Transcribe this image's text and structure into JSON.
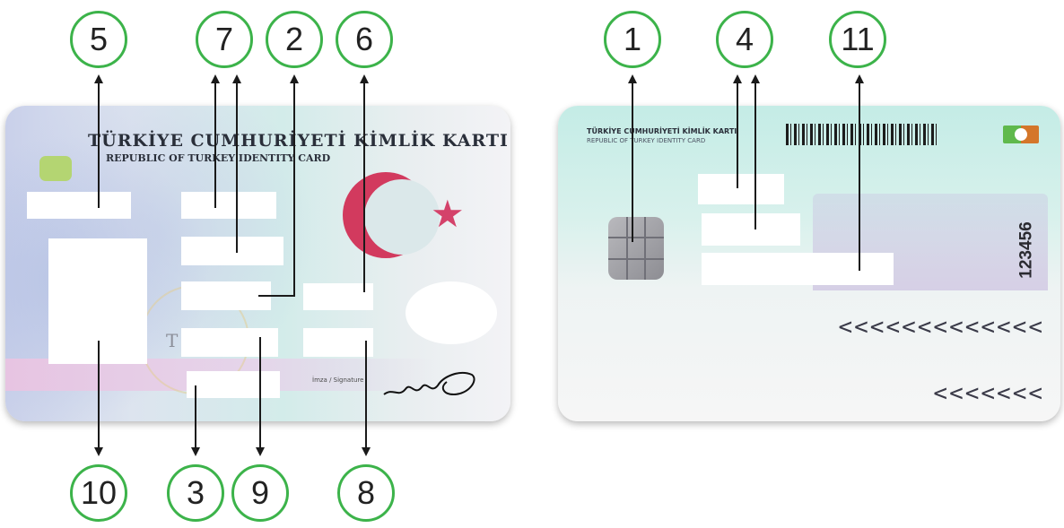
{
  "front_card": {
    "title_tr": "TÜRKİYE CUMHURİYETİ KİMLİK KARTI",
    "title_en": "REPUBLIC OF TURKEY IDENTITY CARD",
    "signature_label": "İmza / Signature",
    "ghost_letter": "T"
  },
  "back_card": {
    "title_tr": "TÜRKİYE CUMHURİYETİ KİMLİK KARTI",
    "title_en": "REPUBLIC OF TURKEY IDENTITY CARD",
    "serial_number": "123456",
    "mrz_line_1": "<<<<<<<<<<<<<",
    "mrz_line_2": "<<<<<<<"
  },
  "callouts": {
    "front_top": [
      "5",
      "7",
      "2",
      "6"
    ],
    "front_bottom": [
      "10",
      "3",
      "9",
      "8"
    ],
    "back_top": [
      "1",
      "4",
      "11"
    ]
  },
  "colors": {
    "callout_ring": "#3cb34a",
    "arrow": "#1a1a1a",
    "crescent": "#d23a5e",
    "chip_small": "#b4d572"
  }
}
